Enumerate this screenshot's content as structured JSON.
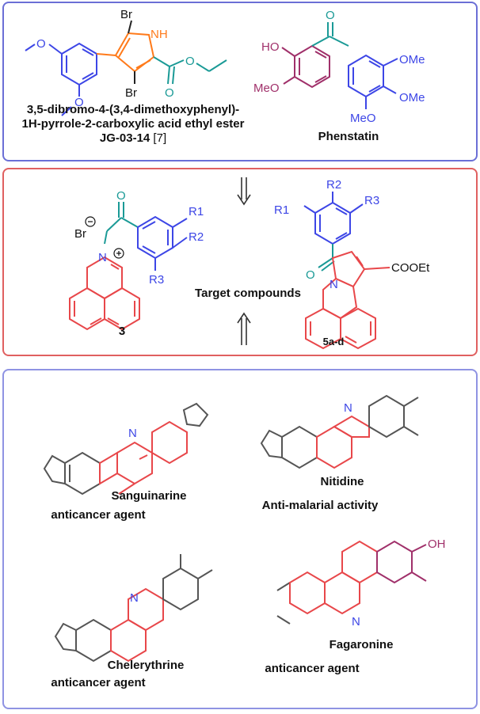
{
  "panel_top": {
    "compound1_name_line1": "3,5-dibromo-4-(3,4-dimethoxyphenyl)-",
    "compound1_name_line2": "1H-pyrrole-2-carboxylic acid ethyl ester",
    "compound1_code": "JG-03-14",
    "compound1_ref": "[7]",
    "compound2_name": "Phenstatin",
    "atoms": {
      "br": "Br",
      "nh": "NH",
      "o": "O",
      "ho": "HO",
      "meo": "MeO",
      "ome": "OMe"
    }
  },
  "panel_middle": {
    "title": "Target compounds",
    "compound3_label": "3",
    "compound5_label": "5a-d",
    "r1": "R1",
    "r2": "R2",
    "r3": "R3",
    "atoms": {
      "br": "Br",
      "n": "N",
      "o": "O",
      "cooet": "COOEt"
    }
  },
  "panel_bottom": {
    "sanguinarine_name": "Sanguinarine",
    "sanguinarine_activity": "anticancer agent",
    "nitidine_name": "Nitidine",
    "nitidine_activity": "Anti-malarial activity",
    "chelerythrine_name": "Chelerythrine",
    "chelerythrine_activity": "anticancer agent",
    "fagaronine_name": "Fagaronine",
    "fagaronine_activity": "anticancer agent",
    "atoms": {
      "n": "N",
      "oh": "OH"
    }
  },
  "colors": {
    "blue": "#3d46e6",
    "teal": "#1a9a96",
    "orange": "#ff7a1a",
    "red": "#e8474a",
    "purple": "#a0306a",
    "panel_blue": "#6b6fd6",
    "panel_red": "#e06060"
  }
}
